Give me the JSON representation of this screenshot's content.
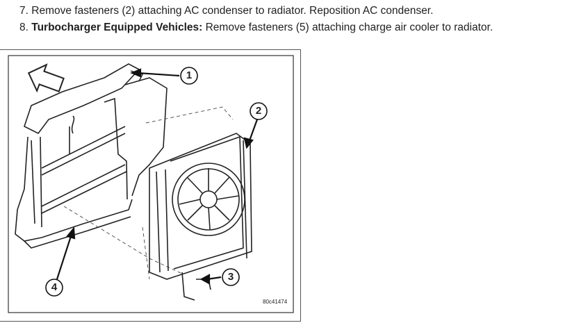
{
  "steps": [
    {
      "number": "7.",
      "bold": "",
      "text": "Remove fasteners (2) attaching AC condenser to radiator. Reposition AC condenser."
    },
    {
      "number": "8.",
      "bold": "Turbocharger Equipped Vehicles:",
      "text": " Remove fasteners (5) attaching charge air cooler to radiator."
    }
  ],
  "figure": {
    "id_label": "80c41474",
    "callouts": [
      "1",
      "2",
      "3",
      "4"
    ]
  }
}
